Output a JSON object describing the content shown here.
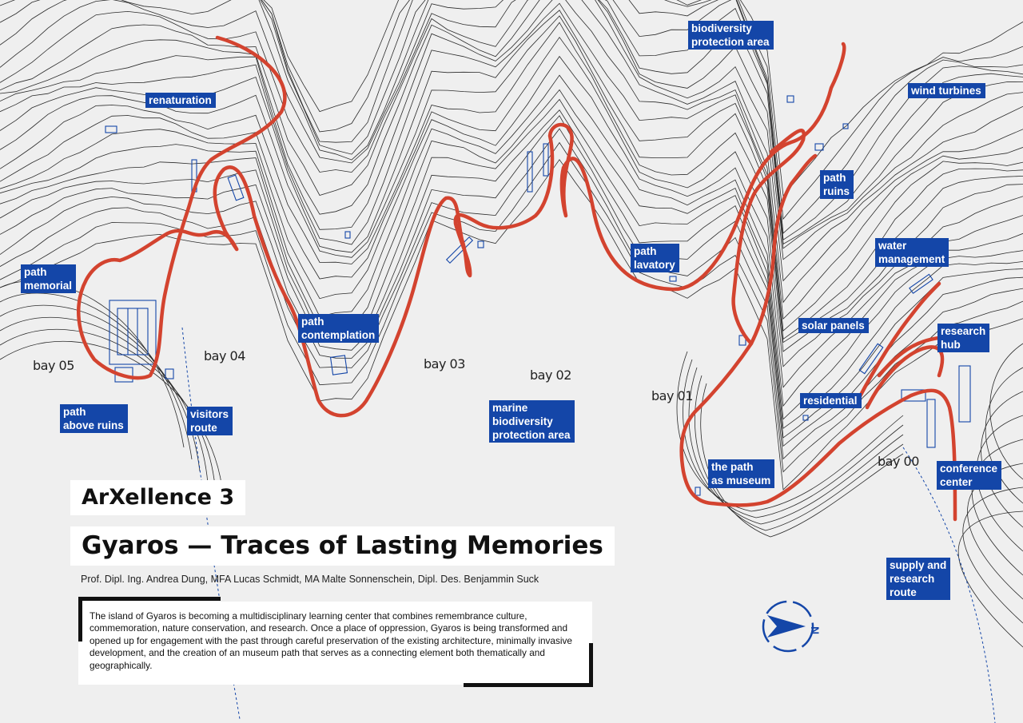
{
  "colors": {
    "background": "#efefef",
    "contour": "#2b2b2b",
    "path_red": "#d3432f",
    "label_blue": "#1446a8",
    "label_text": "#ffffff"
  },
  "title": "ArXellence 3",
  "subtitle": "Gyaros — Traces of Lasting Memories",
  "authors": "Prof.  Dipl. Ing. Andrea Dung, MFA Lucas Schmidt, MA Malte Sonnenschein, Dipl. Des. Benjammin Suck",
  "description": "The island of Gyaros is becoming a multidisciplinary learning center that combines remembrance culture, commemoration, nature conservation, and research. Once a place of oppression, Gyaros is being transformed and opened up for engagement with the past through careful preservation of the existing architecture, minimally invasive development, and the creation of an museum path that serves as a connecting element both thematically and geographically.",
  "labels": {
    "biodiversity_protection_area": "biodiversity\nprotection area",
    "renaturation": "renaturation",
    "wind_turbines": "wind turbines",
    "path_ruins": "path\nruins",
    "path_memorial": "path\nmemorial",
    "path_lavatory": "path\nlavatory",
    "water_management": "water\nmanagement",
    "path_contemplation": "path\ncontemplation",
    "solar_panels": "solar panels",
    "research_hub": "research\nhub",
    "residential": "residential",
    "path_above_ruins": "path\nabove ruins",
    "visitors_route": "visitors\nroute",
    "marine_biodiversity_protection_area": "marine\nbiodiversity\nprotection area",
    "the_path_as_museum": "the path\nas museum",
    "conference_center": "conference\ncenter",
    "supply_and_research_route": "supply and\nresearch\nroute"
  },
  "bays": {
    "bay05": "bay 05",
    "bay04": "bay 04",
    "bay03": "bay 03",
    "bay02": "bay 02",
    "bay01": "bay 01",
    "bay00": "bay 00"
  },
  "north_arrow": {
    "icon": "north-arrow-icon",
    "letter": "N"
  }
}
